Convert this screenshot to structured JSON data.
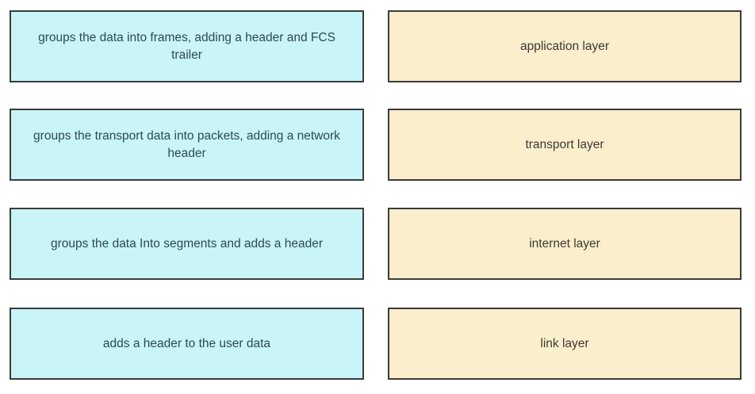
{
  "question": {
    "kind": "drag-and-drop-matching",
    "rows": [
      {
        "description": "groups the data into frames, adding a header and FCS trailer",
        "layer": "application layer"
      },
      {
        "description": "groups the transport data into packets, adding a network header",
        "layer": "transport layer"
      },
      {
        "description": "groups the data Into segments and adds a header",
        "layer": "internet layer"
      },
      {
        "description": "adds a header to the user data",
        "layer": "link layer"
      }
    ]
  },
  "colors": {
    "page_bg": "#ffffff",
    "description_box_bg": "#c9f4f8",
    "description_box_text": "#2c4a52",
    "layer_box_bg": "#fbeecd",
    "layer_box_text": "#3d3a31",
    "box_border": "#3b3b3b"
  }
}
